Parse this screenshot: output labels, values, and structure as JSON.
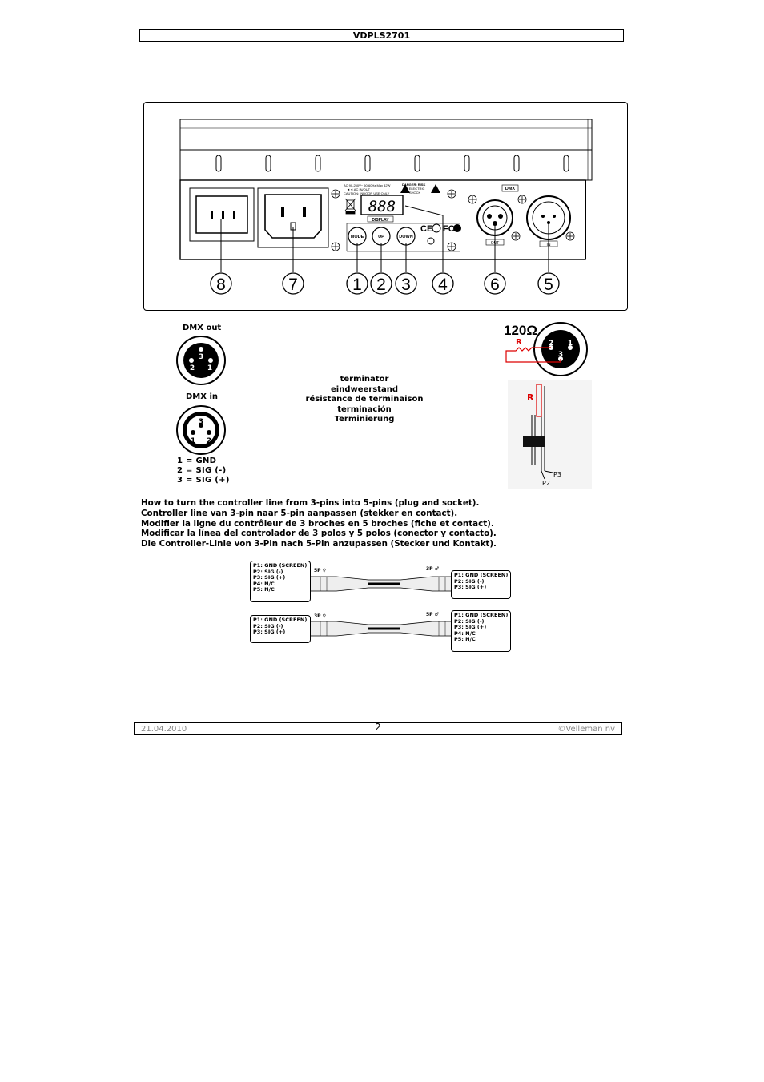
{
  "header": {
    "title": "VDPLS2701"
  },
  "panel": {
    "label_ac": "AC 90-250V~ 50-60Hz Max 42W",
    "label_acio": "◄◄ AC IN/OUT",
    "label_caution": "CAUTION: INDOOR USE ONLY",
    "label_danger1": "DANGER: RISK",
    "label_danger2": "OF ELECTRIC",
    "label_danger3": "SHOCK",
    "display_digits": "888",
    "display_label": "DISPLAY",
    "btn_mode": "MODE",
    "btn_up": "UP",
    "btn_down": "DOWN",
    "dmx_label": "DMX",
    "out_label": "OUT",
    "in_label": "IN",
    "callouts": [
      "8",
      "7",
      "1",
      "2",
      "3",
      "4",
      "6",
      "5"
    ]
  },
  "dmx_out": {
    "label": "DMX out",
    "pins": [
      "3",
      "2",
      "1"
    ]
  },
  "dmx_in": {
    "label": "DMX in",
    "pins": [
      "3",
      "1",
      "2"
    ]
  },
  "pin_legend": [
    "1 = GND",
    "2 = SIG (-)",
    "3 = SIG (+)"
  ],
  "terminator_terms": [
    "terminator",
    "eindweerstand",
    "résistance de terminaison",
    "terminación",
    "Terminierung"
  ],
  "terminator_diagram": {
    "ohm": "120Ω",
    "r_label": "R",
    "pins": [
      "2",
      "1",
      "3"
    ],
    "r_label2": "R",
    "p3": "P3",
    "p2": "P2"
  },
  "conversion_text": [
    "How to turn the controller line from 3-pins into 5-pins (plug and socket).",
    "Controller line van 3-pin naar 5-pin aanpassen (stekker en contact).",
    "Modifier la ligne du contrôleur de 3 broches en 5 broches (fiche et contact).",
    "Modificar la línea del controlador de 3 polos y 5 polos (conector y contacto).",
    "Die Controller-Linie von 3-Pin nach 5-Pin anzupassen (Stecker und Kontakt)."
  ],
  "cable1": {
    "left_tag": "5P ♀",
    "right_tag": "3P ♂",
    "left_pins": [
      "P1: GND (SCREEN)",
      "P2: SIG (-)",
      "P3: SIG (+)",
      "P4: N/C",
      "P5: N/C"
    ],
    "right_pins": [
      "P1: GND (SCREEN)",
      "P2: SIG (-)",
      "P3: SIG (+)"
    ]
  },
  "cable2": {
    "left_tag": "3P ♀",
    "right_tag": "5P ♂",
    "left_pins": [
      "P1: GND (SCREEN)",
      "P2: SIG (-)",
      "P3: SIG (+)"
    ],
    "right_pins": [
      "P1: GND (SCREEN)",
      "P2: SIG (-)",
      "P3: SIG (+)",
      "P4: N/C",
      "P5: N/C"
    ]
  },
  "footer": {
    "date": "21.04.2010",
    "page": "2",
    "copyright": "©Velleman nv"
  }
}
